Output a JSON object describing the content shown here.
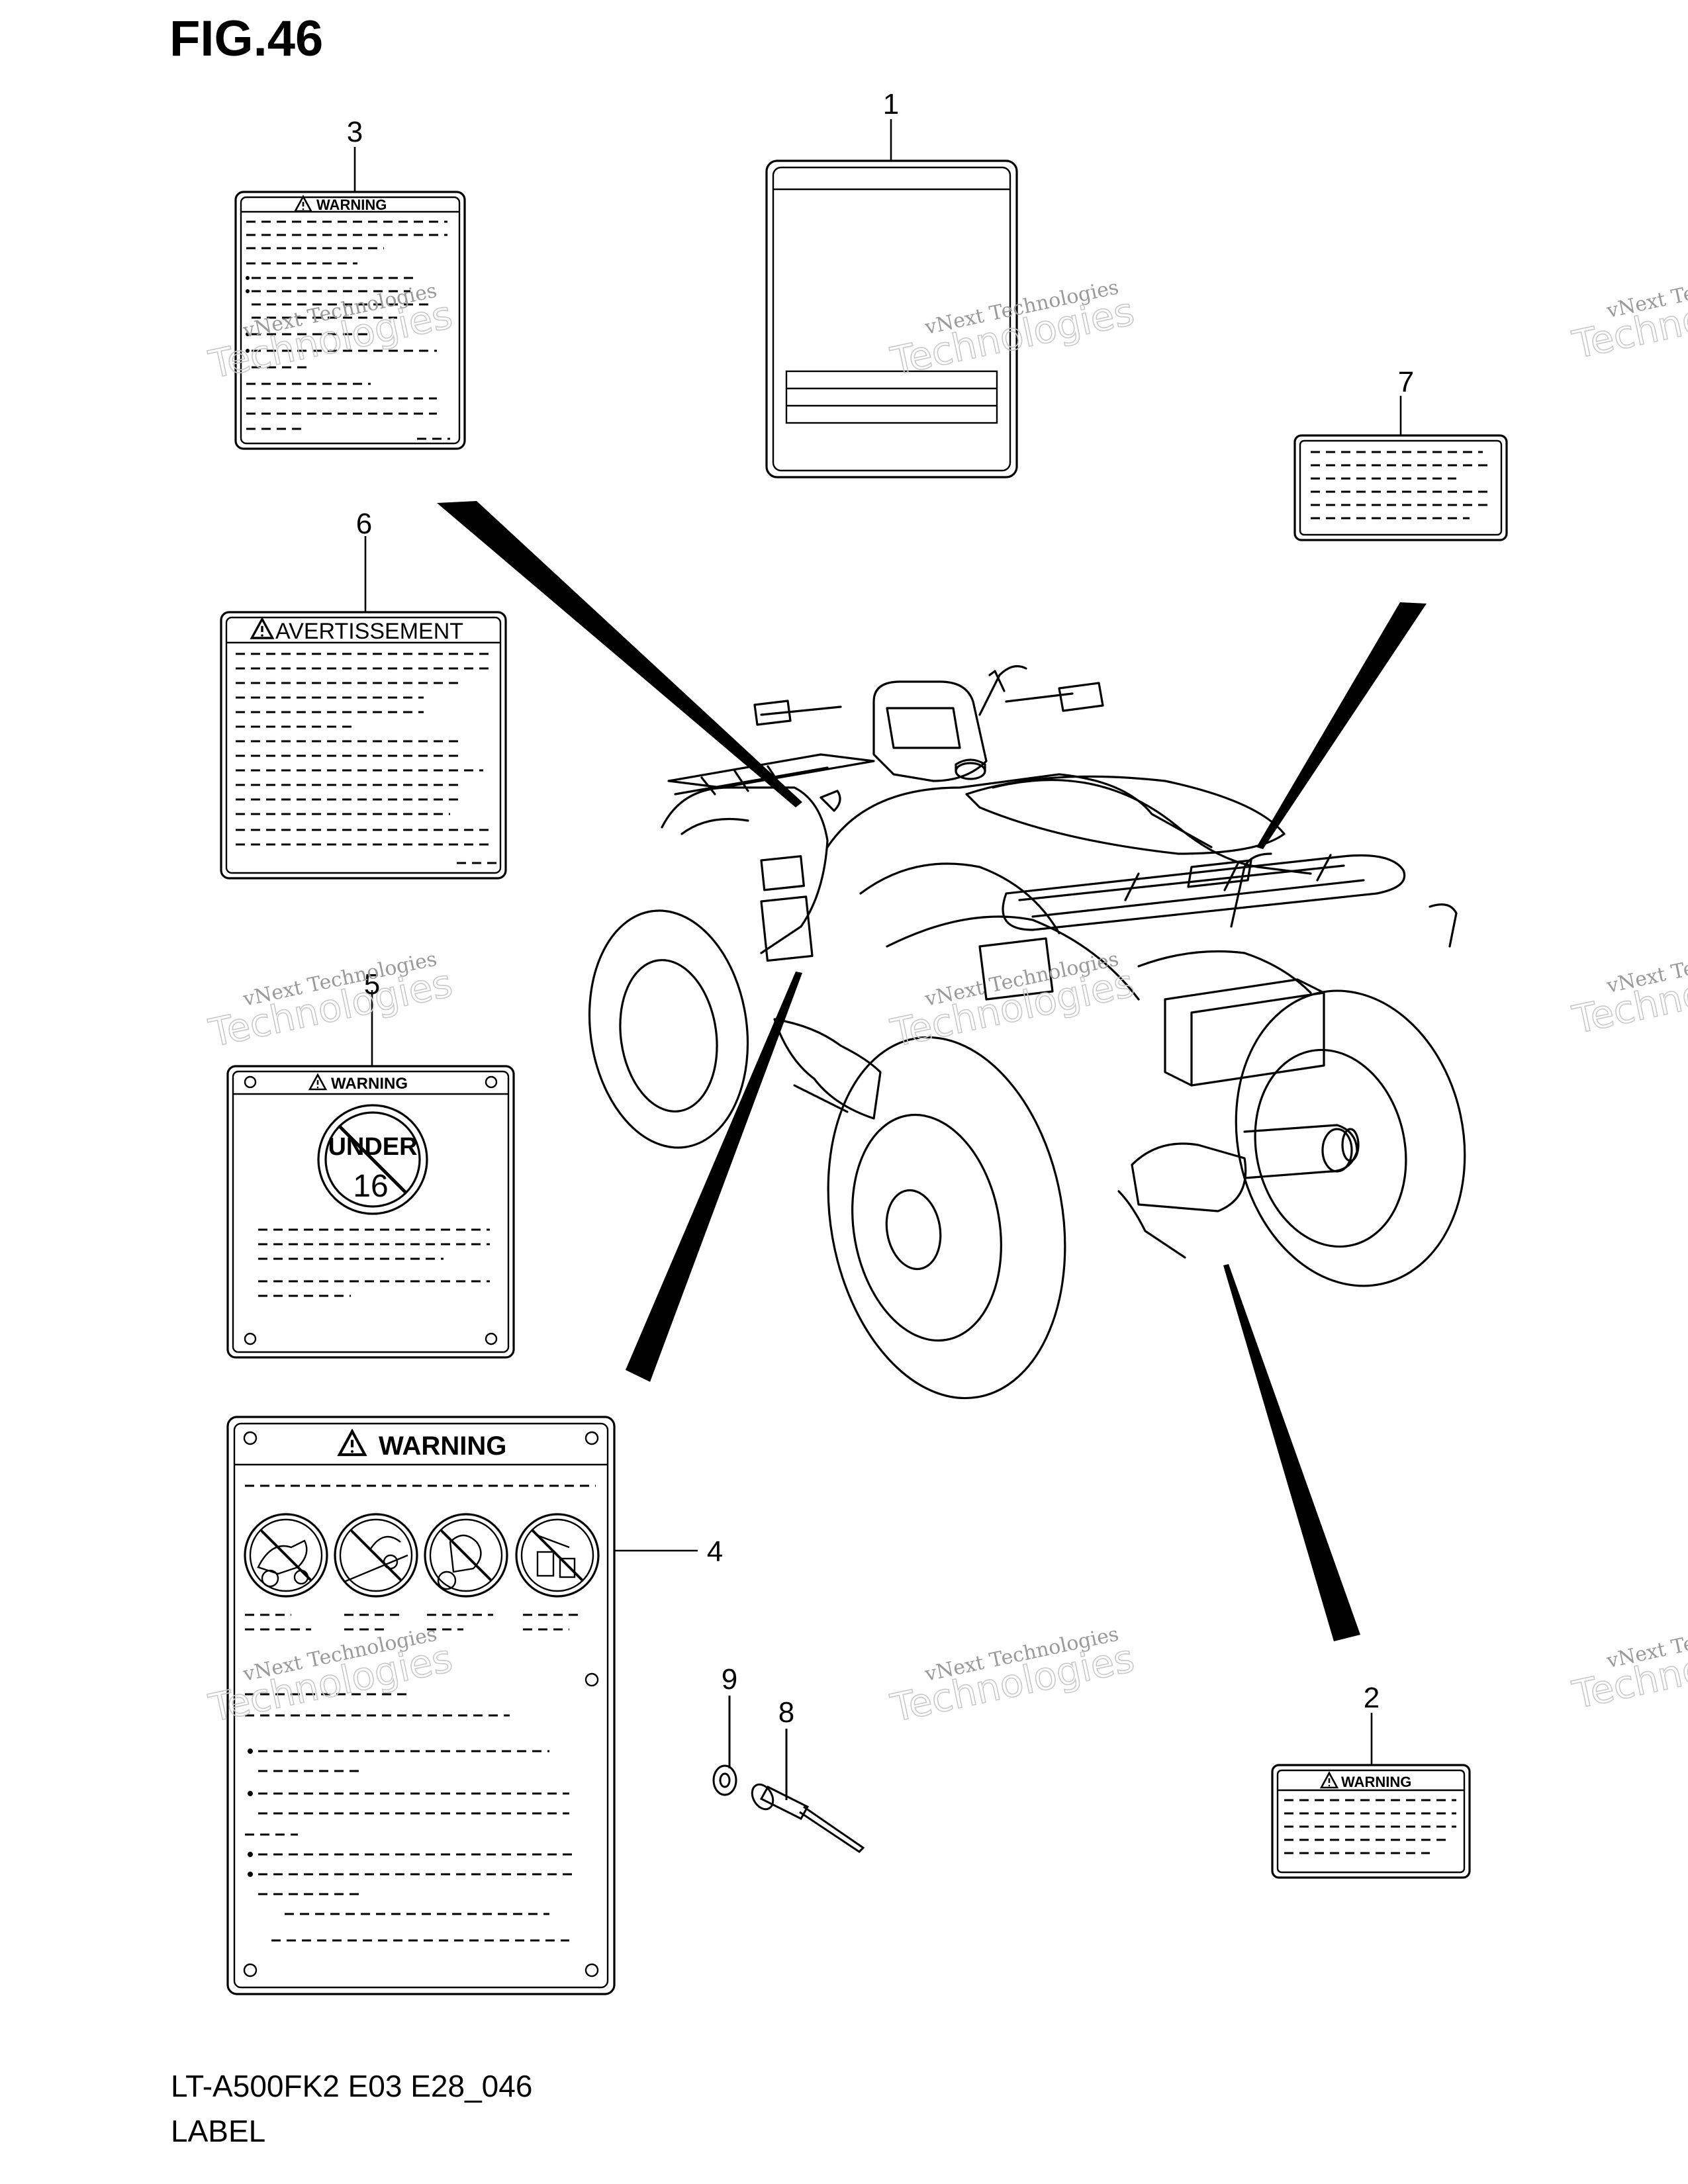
{
  "figure": {
    "title": "FIG.46"
  },
  "callouts": [
    {
      "number": "1"
    },
    {
      "number": "2"
    },
    {
      "number": "3"
    },
    {
      "number": "4"
    },
    {
      "number": "5"
    },
    {
      "number": "6"
    },
    {
      "number": "7"
    },
    {
      "number": "8"
    },
    {
      "number": "9"
    }
  ],
  "labels": {
    "warning_small": "WARNING",
    "warning_large": "WARNING",
    "avertissement": "AVERTISSEMENT",
    "under_text": "UNDER",
    "age_text": "16"
  },
  "watermark": {
    "line1": "vNext Technologies",
    "line2": "Technologies"
  },
  "footer": {
    "model": "LT-A500FK2 E03 E28_046",
    "section": "LABEL"
  },
  "icons": [
    "warning-triangle-icon",
    "prohibition-icon"
  ],
  "colors": {
    "ink": "#000000",
    "background": "#ffffff",
    "watermark": "#9a9a9a"
  }
}
